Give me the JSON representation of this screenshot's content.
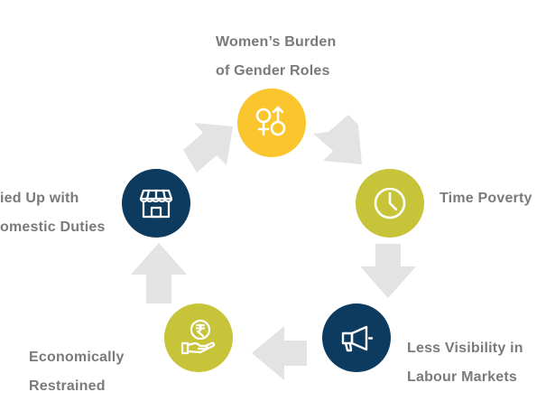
{
  "diagram": {
    "title": "",
    "colors": {
      "yellow": "#fbc52d",
      "olive": "#c7c43a",
      "navy": "#0d3b5f",
      "arrow": "#e3e3e3",
      "label": "#7a7a7a"
    },
    "nodes": [
      {
        "id": "womens-burden",
        "icon": "gender-symbols-icon",
        "color": "yellow",
        "label_lines": [
          "Women’s Burden",
          "of Gender Roles"
        ]
      },
      {
        "id": "time-poverty",
        "icon": "clock-icon",
        "color": "olive",
        "label_lines": [
          "Time Poverty"
        ]
      },
      {
        "id": "less-visibility",
        "icon": "megaphone-icon",
        "color": "navy",
        "label_lines": [
          "Less Visibility in",
          "Labour Markets"
        ]
      },
      {
        "id": "economically-restrained",
        "icon": "rupee-coin-hand-icon",
        "color": "olive",
        "label_lines": [
          "Economically",
          "Restrained"
        ]
      },
      {
        "id": "tied-up",
        "icon": "store-icon",
        "color": "navy",
        "label_lines": [
          "ied Up with",
          "omestic Duties"
        ]
      }
    ]
  }
}
